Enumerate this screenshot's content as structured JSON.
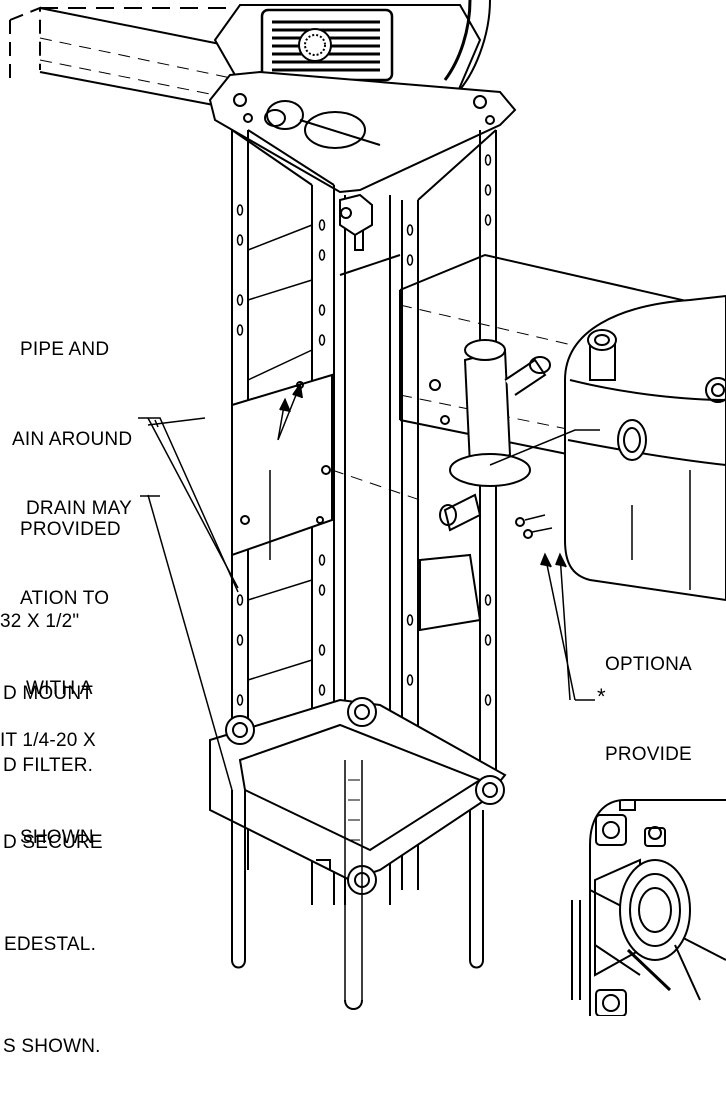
{
  "notes": {
    "drain": [
      "PIPE AND",
      "AIN AROUND",
      "PROVIDED"
    ],
    "drain_optional": [
      "DRAIN MAY",
      "ATION TO",
      "WITH A"
    ],
    "screws": [
      "32 X 1/2\"",
      "D MOUNT",
      "D FILTER.",
      "SHOWN"
    ],
    "bolts": [
      "IT 1/4-20 X",
      "D SECURE",
      "EDESTAL.",
      "S SHOWN."
    ],
    "optional_filter": [
      "OPTIONA",
      "PROVIDE"
    ],
    "star_marker": "*"
  },
  "colors": {
    "line": "#000000",
    "fill": "#ffffff",
    "hatch": "#cfcfcf"
  }
}
